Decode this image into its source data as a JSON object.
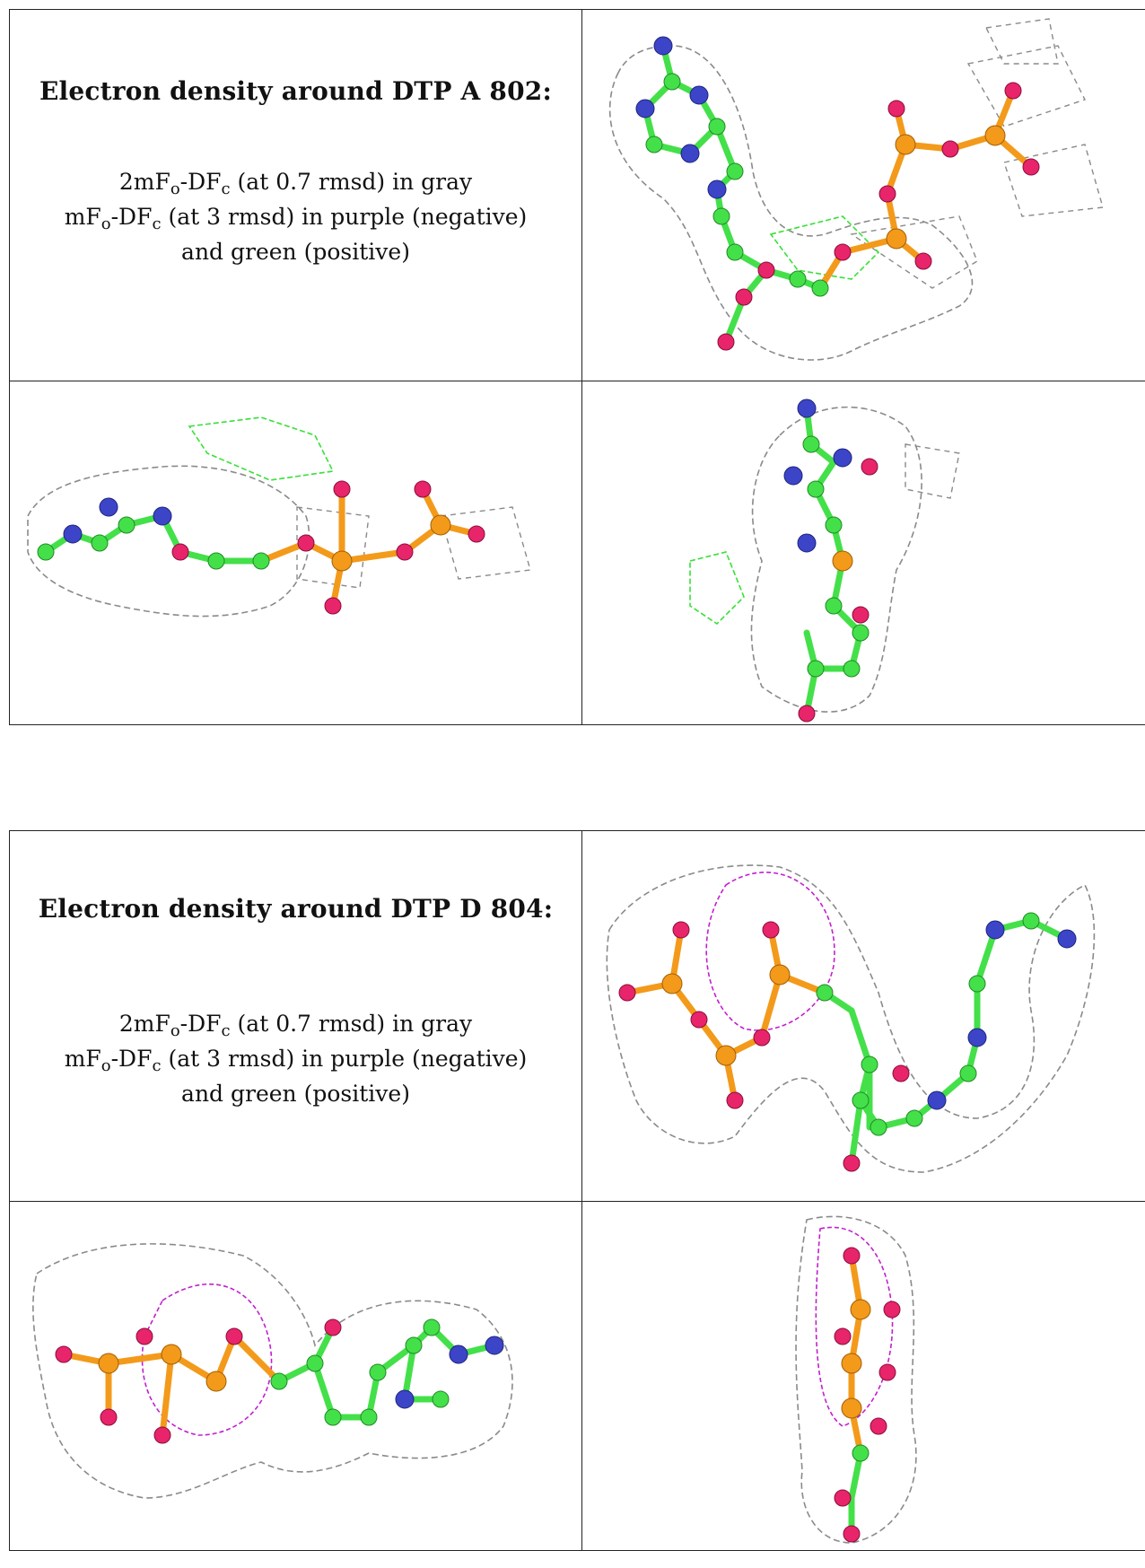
{
  "panels": [
    {
      "title": "Electron density around DTP A 802:",
      "line1": {
        "a": "2mF",
        "sa": "o",
        "b": "-DF",
        "sb": "c",
        "rest": " (at 0.7 rmsd) in gray"
      },
      "line2": {
        "a": "mF",
        "sa": "o",
        "b": "-DF",
        "sb": "c",
        "rest": " (at 3 rmsd) in purple (negative)"
      },
      "line3": "and green (positive)"
    },
    {
      "title": "Electron density around DTP D 804:",
      "line1": {
        "a": "2mF",
        "sa": "o",
        "b": "-DF",
        "sb": "c",
        "rest": " (at 0.7 rmsd) in gray"
      },
      "line2": {
        "a": "mF",
        "sa": "o",
        "b": "-DF",
        "sb": "c",
        "rest": " (at 3 rmsd) in purple (negative)"
      },
      "line3": "and green (positive)"
    }
  ],
  "colors": {
    "mesh": "#8a8a8a",
    "carbon": "#44e04a",
    "nitrogen": "#3c45c8",
    "oxygen": "#e8246a",
    "phosphorus": "#f39a1b",
    "positive_density": "#38e038",
    "negative_density": "#c21fcf"
  }
}
